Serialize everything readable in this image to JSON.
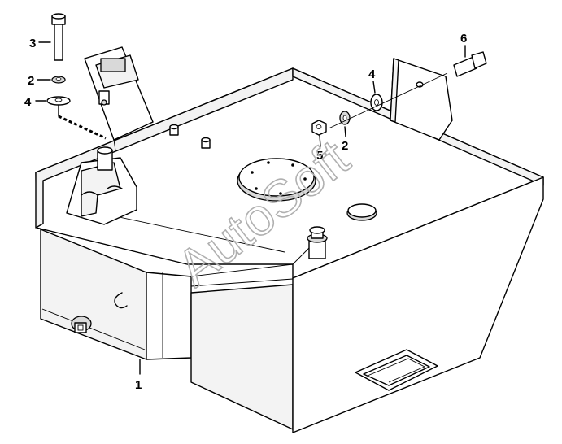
{
  "callouts": {
    "c1": "1",
    "c2a": "2",
    "c2b": "2",
    "c3": "3",
    "c4a": "4",
    "c4b": "4",
    "c5": "5",
    "c6": "6"
  },
  "watermark": "AutoSoft",
  "colors": {
    "line": "#000000",
    "face": "#f3f3f3",
    "watermark": "#b0b0b0"
  }
}
